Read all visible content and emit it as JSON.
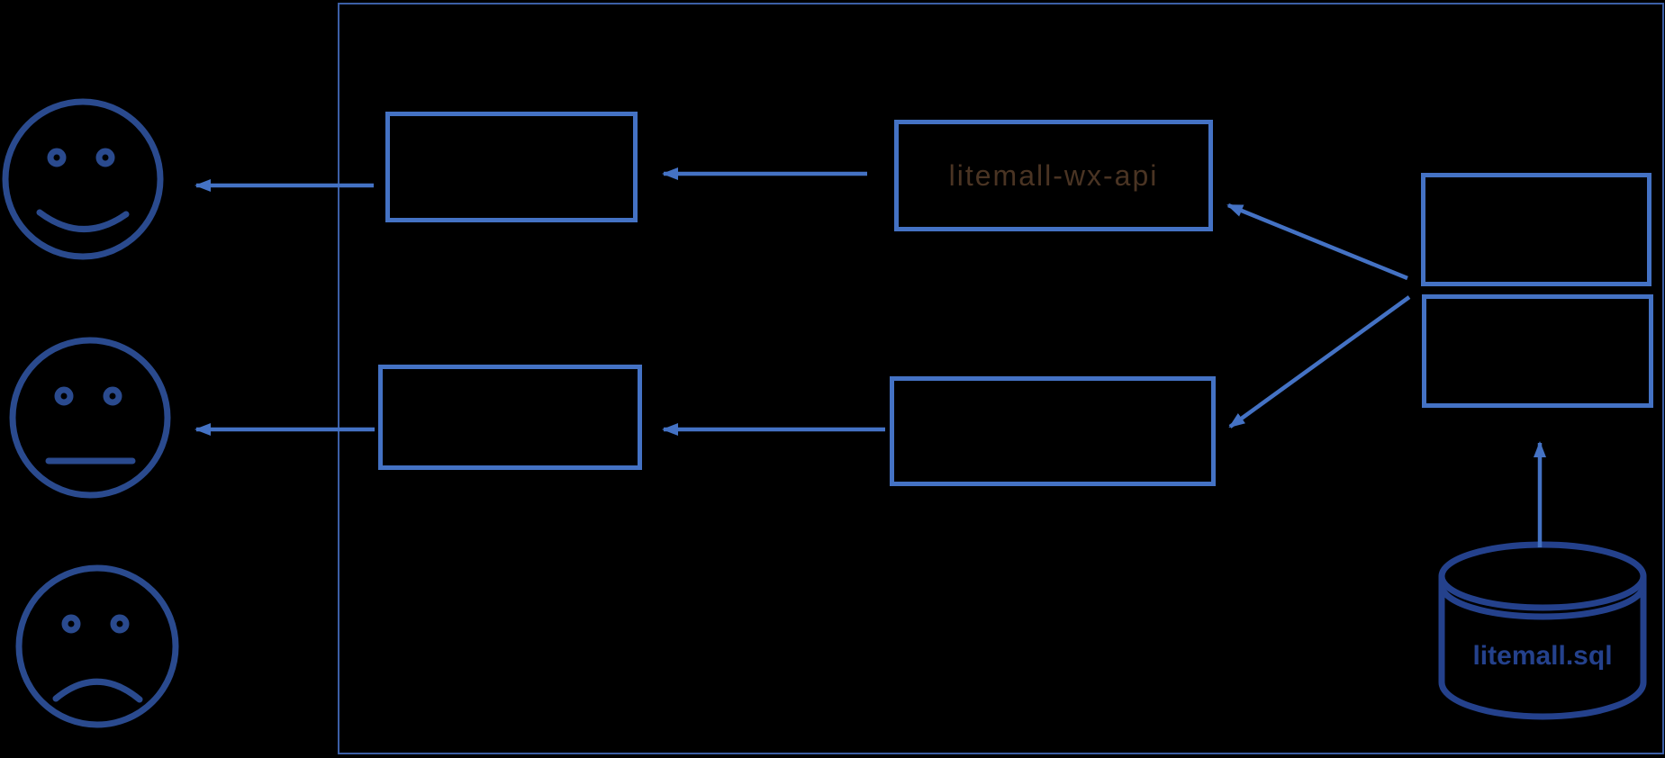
{
  "diagram": {
    "type": "architecture-diagram",
    "background_color": "#000000",
    "frame_color": "#3c5fa6",
    "box_border_color": "#4472c4",
    "arrow_color": "#4472c4",
    "icon_color": "#2a4a8e",
    "wx_api_box": {
      "label": "litemall-wx-api",
      "label_color": "#4a3423"
    },
    "database": {
      "label": "litemall.sql",
      "label_color": "#24418c"
    },
    "icons": [
      "happy-face-icon",
      "neutral-face-icon",
      "sad-face-icon",
      "database-cylinder-icon"
    ]
  }
}
